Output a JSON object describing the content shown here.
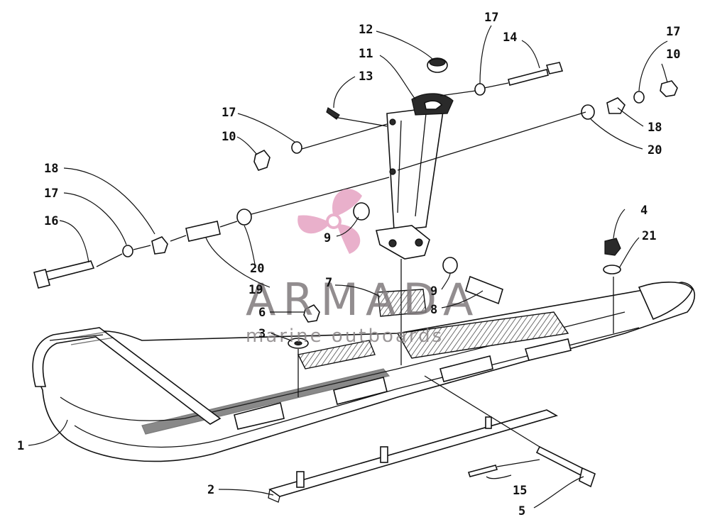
{
  "callouts": {
    "c1": "1",
    "c2": "2",
    "c3": "3",
    "c4": "4",
    "c5": "5",
    "c6": "6",
    "c7": "7",
    "c8": "8",
    "c9a": "9",
    "c9b": "9",
    "c10a": "10",
    "c10b": "10",
    "c11": "11",
    "c12": "12",
    "c13": "13",
    "c14": "14",
    "c15": "15",
    "c16": "16",
    "c17a": "17",
    "c17b": "17",
    "c17c": "17",
    "c17d": "17",
    "c18a": "18",
    "c18b": "18",
    "c19": "19",
    "c20a": "20",
    "c20b": "20",
    "c21": "21"
  },
  "watermark": {
    "brand": "ARMADA",
    "tagline": "marine outboards",
    "logo_icon": "propeller-logo-icon",
    "logo_color": "#e6a3c3",
    "text_color": "#7f7a7c"
  }
}
